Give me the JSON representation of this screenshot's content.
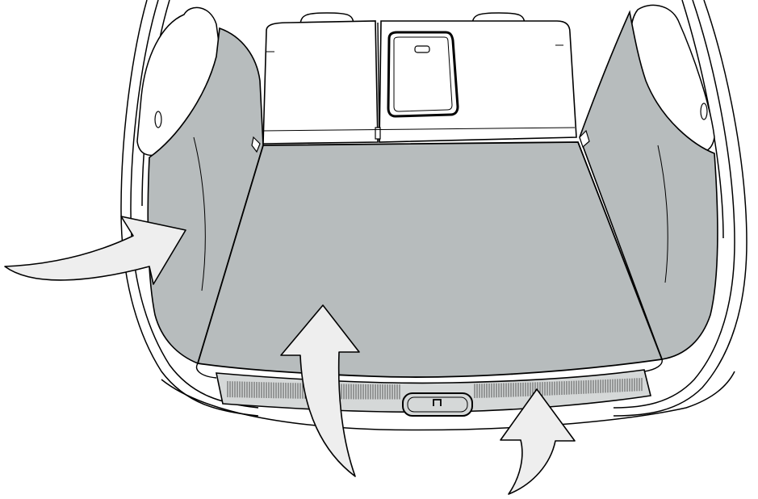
{
  "illustration": {
    "subject": "car-trunk-cargo-area",
    "colors": {
      "line": "#000000",
      "panel_gray": "#b7bcbd",
      "seatback": "#ffffff",
      "arrow_fill": "#eeeeee",
      "sill_plate": "#d5d8d8",
      "background": "#ffffff"
    },
    "arrows": [
      {
        "id": "left",
        "direction": "up-right",
        "target": "left-side-panel"
      },
      {
        "id": "center",
        "direction": "up",
        "target": "floor-cover"
      },
      {
        "id": "right",
        "direction": "up",
        "target": "sill-trim"
      }
    ]
  }
}
